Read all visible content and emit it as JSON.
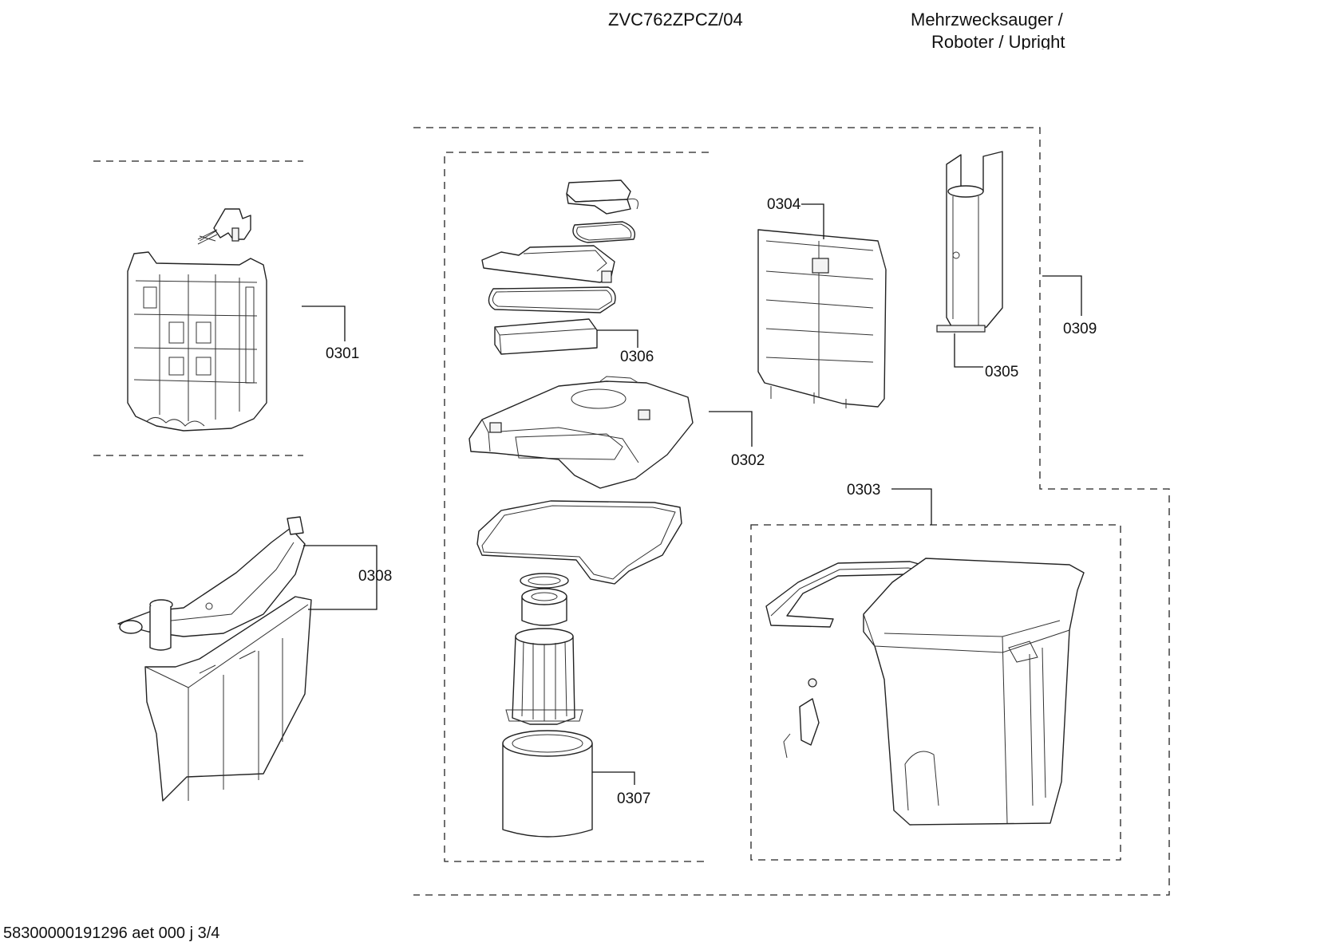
{
  "header": {
    "model": "ZVC762ZPCZ/04",
    "category_line1": "Mehrzwecksauger /",
    "category_line2": "Roboter / Upright"
  },
  "footer": {
    "doc_code": "58300000191296 aet 000 j 3/4"
  },
  "parts": {
    "p0301": "0301",
    "p0302": "0302",
    "p0303": "0303",
    "p0304": "0304",
    "p0305": "0305",
    "p0306": "0306",
    "p0307": "0307",
    "p0308": "0308",
    "p0309": "0309"
  }
}
